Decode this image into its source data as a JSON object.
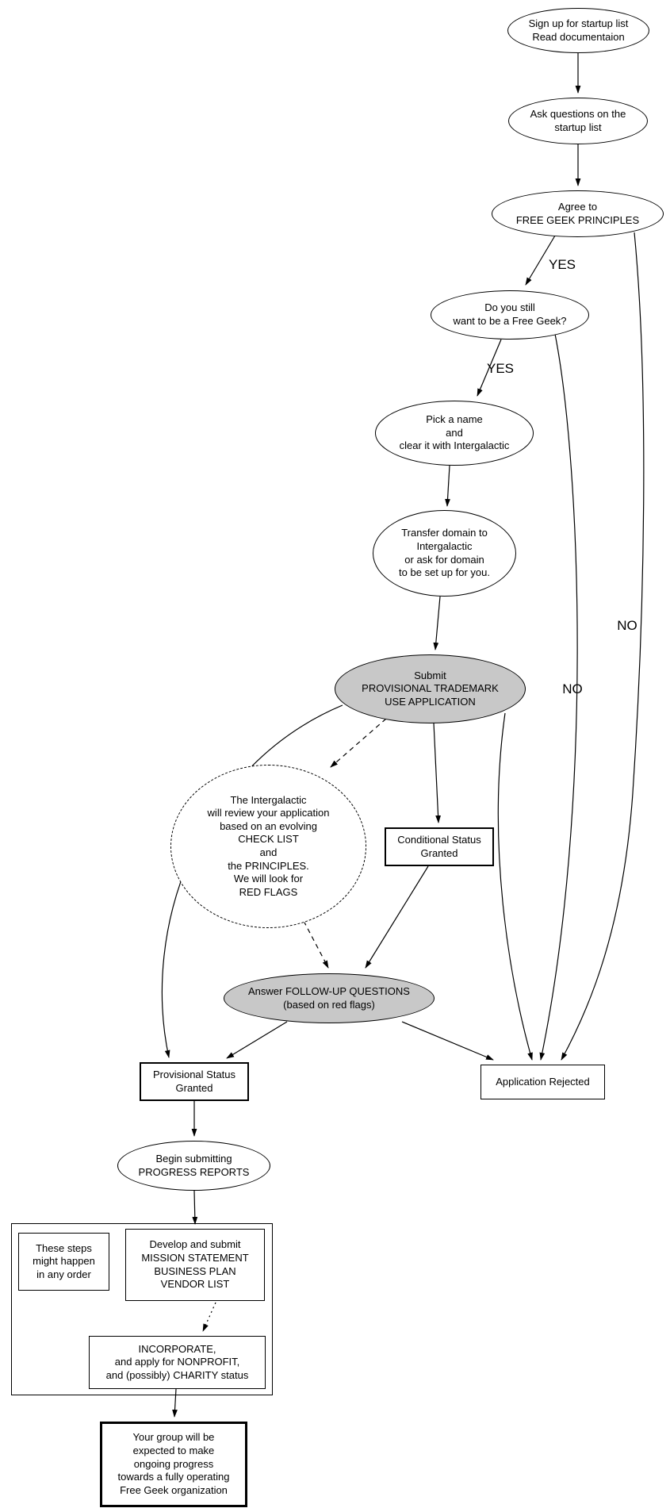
{
  "diagram": {
    "type": "flowchart",
    "nodes": {
      "signup": {
        "label": "Sign up for startup list\nRead documentaion",
        "shape": "ellipse"
      },
      "ask": {
        "label": "Ask questions on the\nstartup list",
        "shape": "ellipse"
      },
      "agree": {
        "label": "Agree to\nFREE GEEK PRINCIPLES",
        "shape": "ellipse"
      },
      "still": {
        "label": "Do you still\nwant to be a Free Geek?",
        "shape": "ellipse"
      },
      "pick": {
        "label": "Pick a name\nand\nclear it with Intergalactic",
        "shape": "ellipse"
      },
      "transfer": {
        "label": "Transfer domain to\nIntergalactic\nor ask for domain\nto be set up for you.",
        "shape": "ellipse"
      },
      "submit": {
        "label": "Submit\nPROVISIONAL TRADEMARK\nUSE APPLICATION",
        "shape": "ellipse",
        "fill": "#c8c8c8"
      },
      "review": {
        "label": "The Intergalactic\nwill review your application\nbased on an evolving\nCHECK LIST\nand\nthe PRINCIPLES.\nWe will look for\nRED FLAGS",
        "shape": "ellipse-dashed"
      },
      "conditional": {
        "label": "Conditional Status\nGranted",
        "shape": "box"
      },
      "answer": {
        "label": "Answer FOLLOW-UP QUESTIONS\n(based on red flags)",
        "shape": "ellipse",
        "fill": "#c8c8c8"
      },
      "provisional": {
        "label": "Provisional Status\nGranted",
        "shape": "box"
      },
      "rejected": {
        "label": "Application Rejected",
        "shape": "box"
      },
      "progress": {
        "label": "Begin submitting\nPROGRESS REPORTS",
        "shape": "ellipse"
      },
      "anyorder": {
        "label": "These steps\nmight happen\nin any order",
        "shape": "box"
      },
      "develop": {
        "label": "Develop and submit\nMISSION STATEMENT\nBUSINESS PLAN\nVENDOR LIST",
        "shape": "box"
      },
      "incorporate": {
        "label": "INCORPORATE,\nand apply for NONPROFIT,\nand (possibly) CHARITY status",
        "shape": "box"
      },
      "goal": {
        "label": "Your group will be\nexpected to make\nongoing progress\ntowards a fully operating\nFree Geek organization",
        "shape": "box"
      }
    },
    "edge_labels": {
      "agree_yes": "YES",
      "still_yes": "YES",
      "agree_no": "NO",
      "still_no": "NO"
    },
    "colors": {
      "stroke": "#000000",
      "background": "#ffffff",
      "highlight_fill": "#c8c8c8"
    }
  }
}
